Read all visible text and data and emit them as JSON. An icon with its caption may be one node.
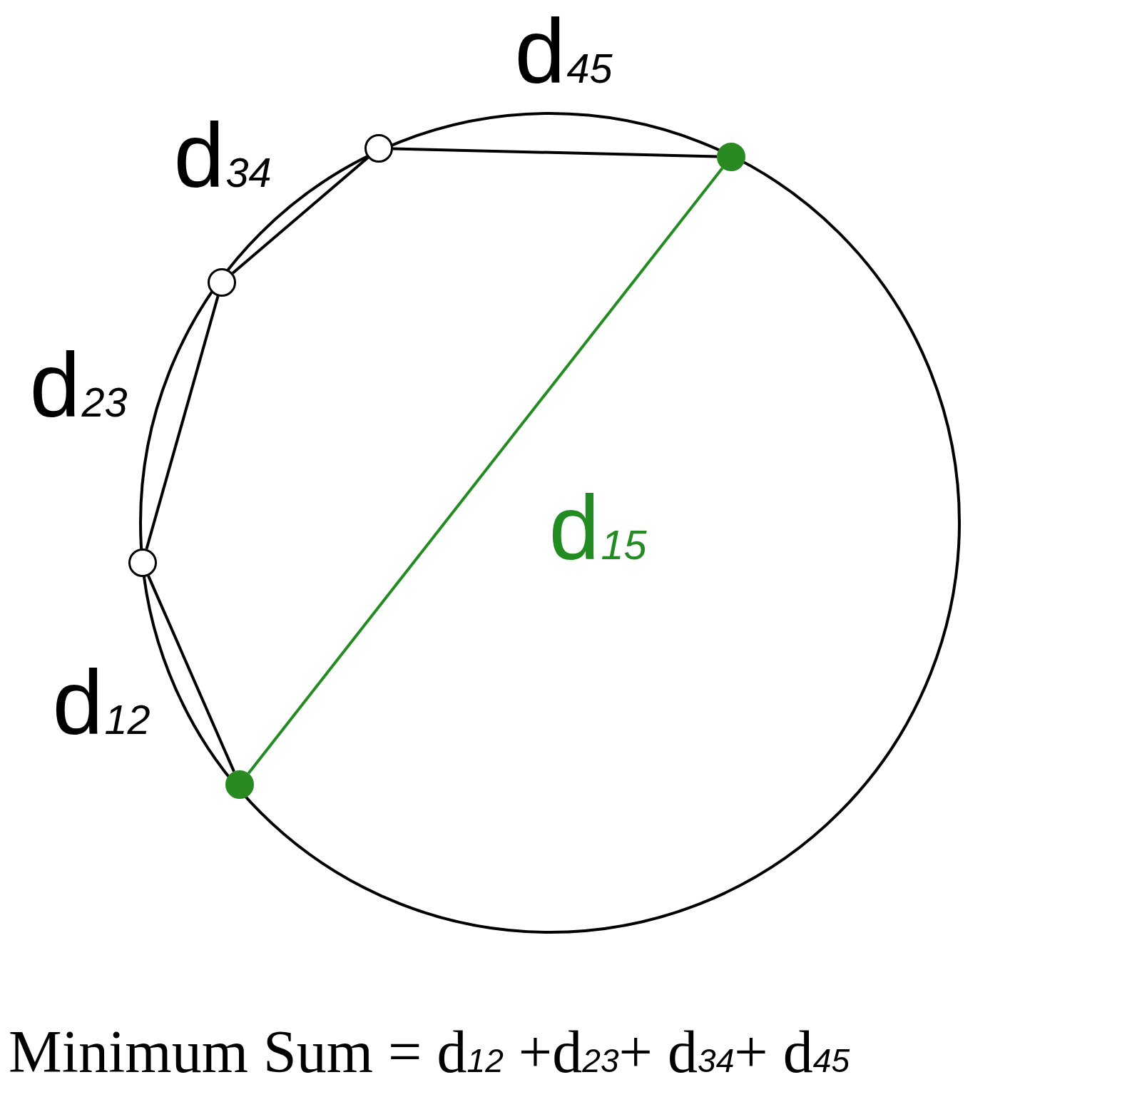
{
  "diagram": {
    "caption": "Minimum Sum = d$_{12}$ +d$_{23}$+ d$_{34}$+ d$_{45}$",
    "nodes": [
      {
        "text": [],
        "shape": "circle"
      },
      {
        "text": [],
        "shape": "circle"
      },
      {
        "text": [],
        "shape": "circle"
      },
      {
        "text": [],
        "shape": "circle"
      },
      {
        "text": [],
        "shape": "circle"
      }
    ],
    "edges": [
      {
        "from": 0,
        "to": 1,
        "arrow": "none",
        "label": "d$_{12}$"
      },
      {
        "from": 1,
        "to": 2,
        "arrow": "none",
        "label": "d$_{23}$"
      },
      {
        "from": 2,
        "to": 3,
        "arrow": "none",
        "label": "d$_{34}$"
      },
      {
        "from": 3,
        "to": 4,
        "arrow": "none",
        "label": "d$_{45}$"
      },
      {
        "from": 0,
        "to": 4,
        "arrow": "none",
        "label": "d$_{15}$",
        "color": "#228b22"
      }
    ]
  }
}
